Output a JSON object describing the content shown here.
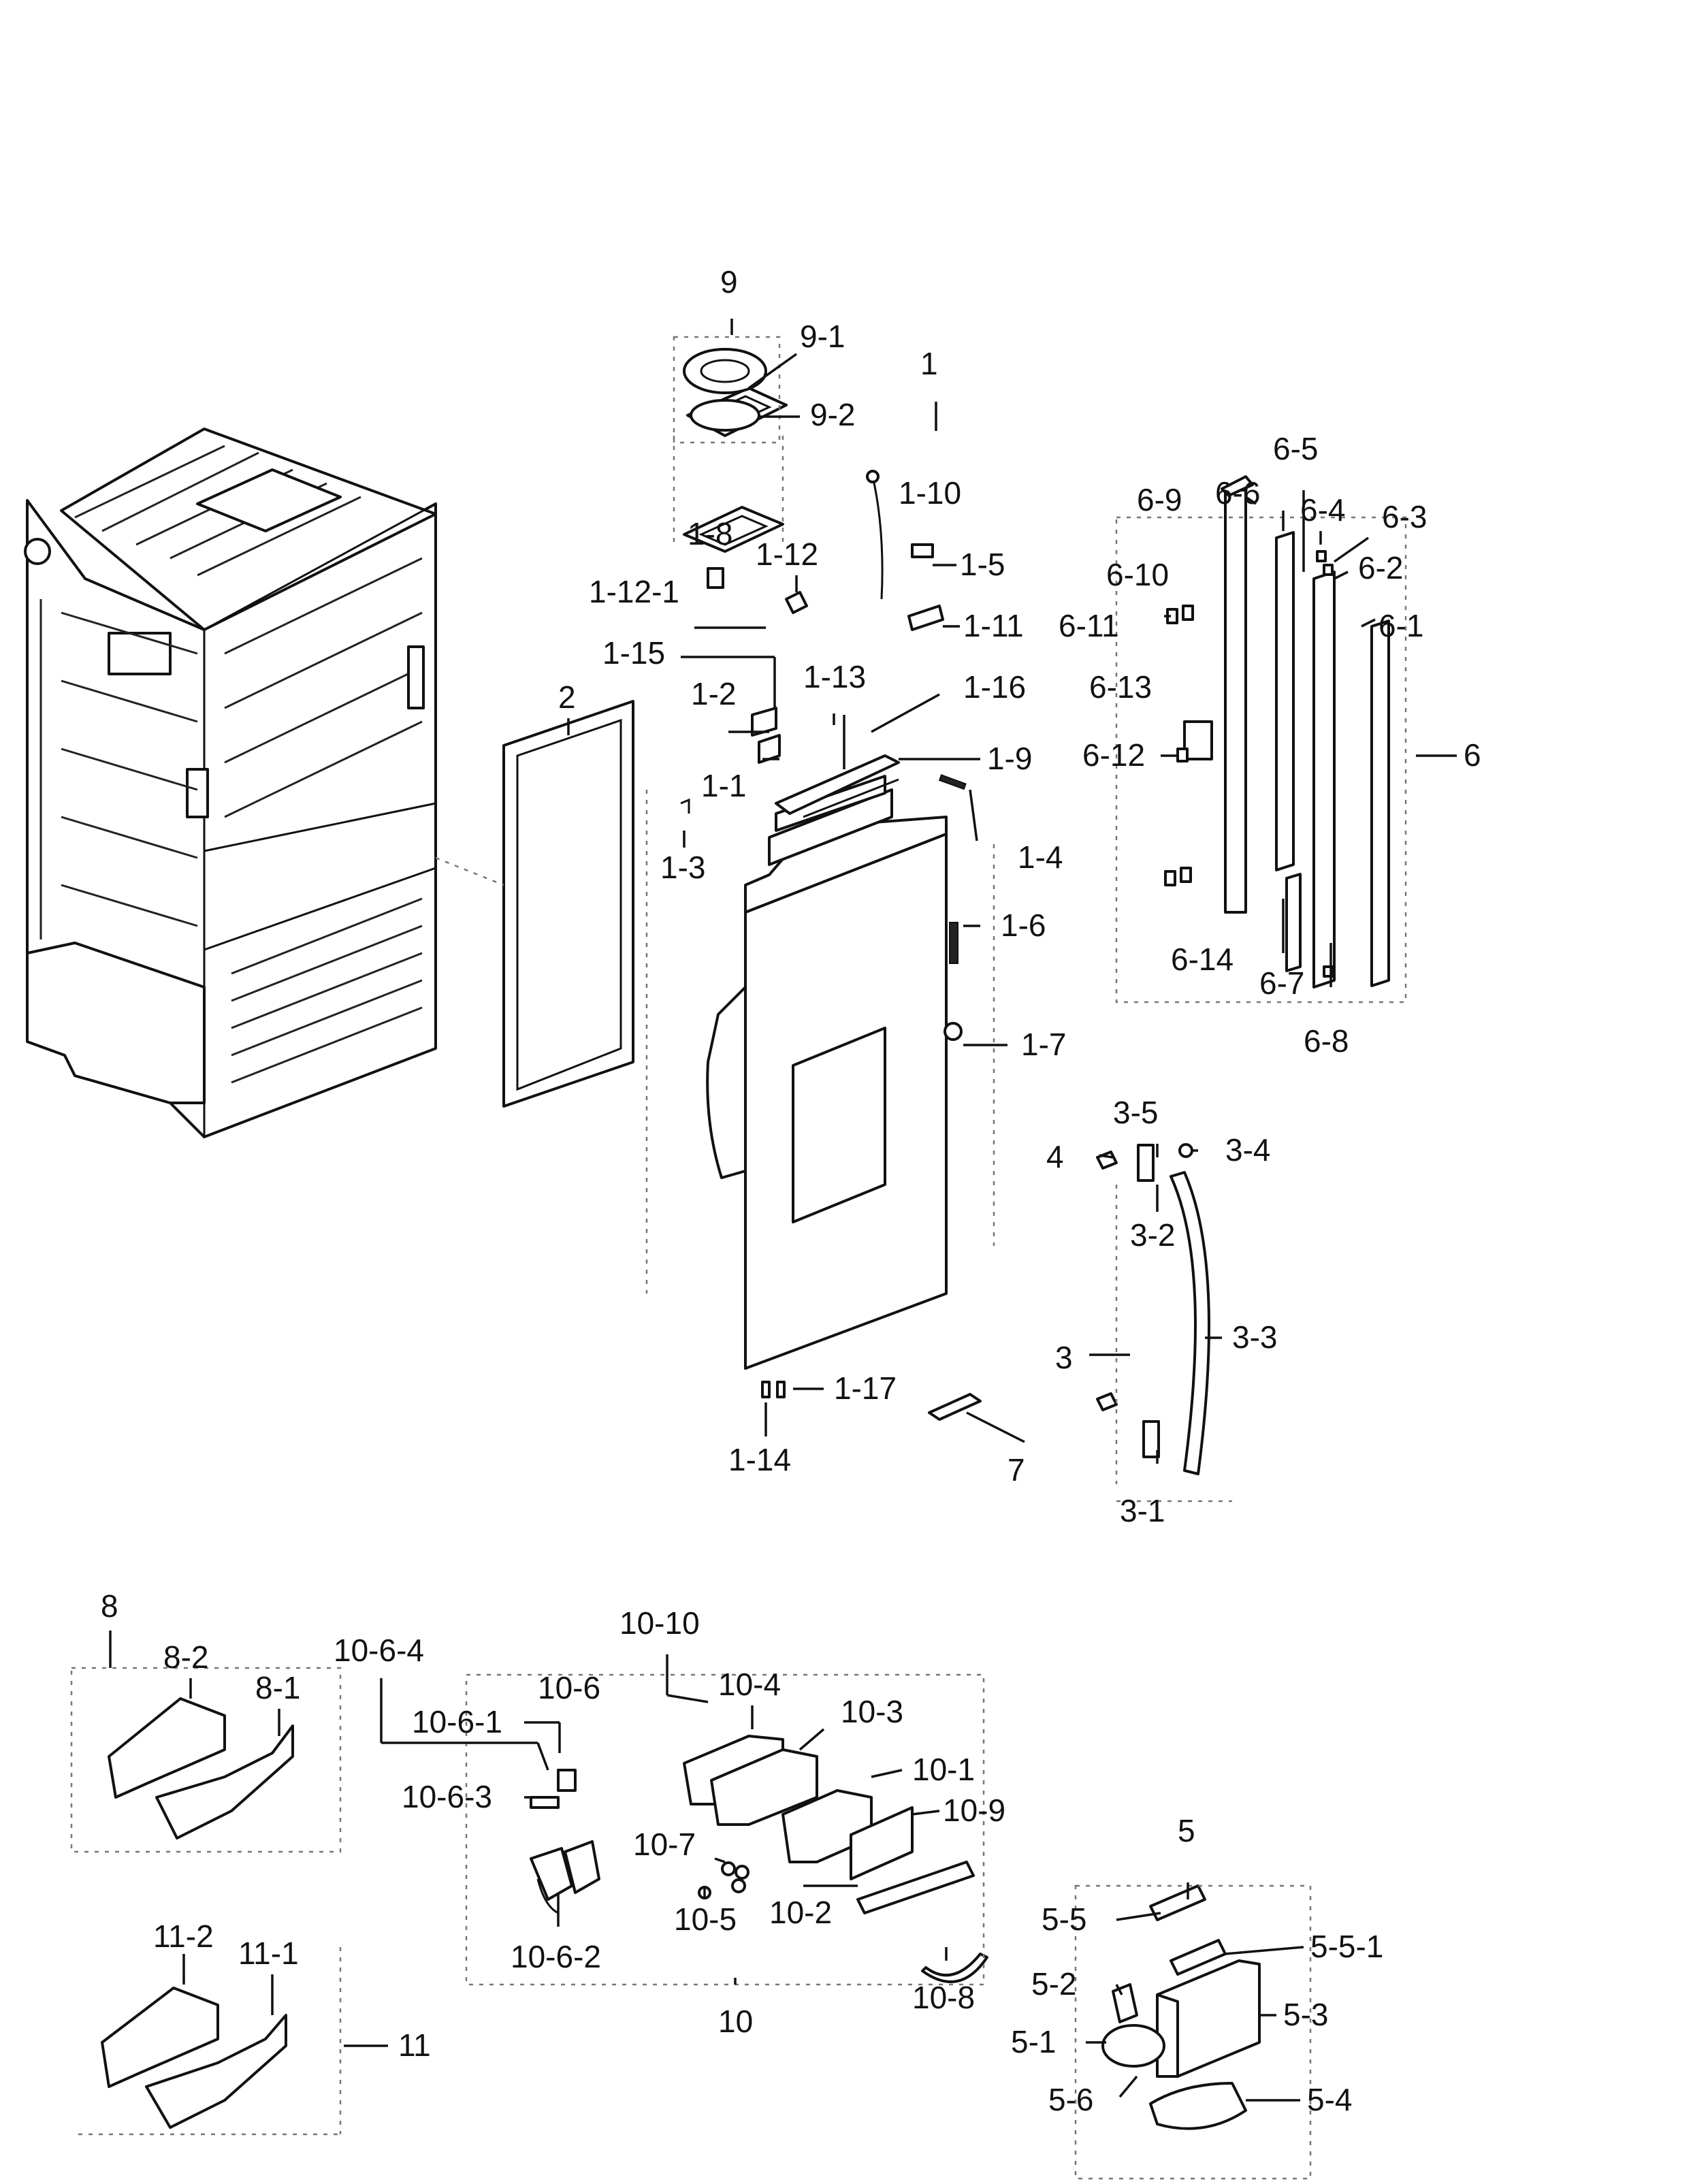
{
  "labels": {
    "l_9": "9",
    "l_9_1": "9-1",
    "l_9_2": "9-2",
    "l_1": "1",
    "l_1_10": "1-10",
    "l_1_5": "1-5",
    "l_1_11": "1-11",
    "l_1_8": "1-8",
    "l_1_12": "1-12",
    "l_1_12_1": "1-12-1",
    "l_1_15": "1-15",
    "l_1_2": "1-2",
    "l_1_13": "1-13",
    "l_1_16": "1-16",
    "l_1_9": "1-9",
    "l_1_1": "1-1",
    "l_1_3": "1-3",
    "l_1_4": "1-4",
    "l_1_6": "1-6",
    "l_1_7": "1-7",
    "l_1_17": "1-17",
    "l_1_14": "1-14",
    "l_2": "2",
    "l_6_9": "6-9",
    "l_6_6": "6-6",
    "l_6_5": "6-5",
    "l_6_4": "6-4",
    "l_6_3": "6-3",
    "l_6_2": "6-2",
    "l_6_10": "6-10",
    "l_6_11": "6-11",
    "l_6_1": "6-1",
    "l_6_13": "6-13",
    "l_6_12": "6-12",
    "l_6": "6",
    "l_6_14": "6-14",
    "l_6_7": "6-7",
    "l_6_8": "6-8",
    "l_3_5": "3-5",
    "l_4": "4",
    "l_3_4": "3-4",
    "l_3_2": "3-2",
    "l_3": "3",
    "l_3_3": "3-3",
    "l_3_1": "3-1",
    "l_7": "7",
    "l_8": "8",
    "l_8_2": "8-2",
    "l_8_1": "8-1",
    "l_11_2": "11-2",
    "l_11_1": "11-1",
    "l_11": "11",
    "l_10_6_4": "10-6-4",
    "l_10_6": "10-6",
    "l_10_6_1": "10-6-1",
    "l_10_6_3": "10-6-3",
    "l_10_6_2": "10-6-2",
    "l_10_10": "10-10",
    "l_10_4": "10-4",
    "l_10_3": "10-3",
    "l_10_1": "10-1",
    "l_10_9": "10-9",
    "l_10_7": "10-7",
    "l_10_5": "10-5",
    "l_10_2": "10-2",
    "l_10": "10",
    "l_10_8": "10-8",
    "l_5": "5",
    "l_5_5": "5-5",
    "l_5_5_1": "5-5-1",
    "l_5_2": "5-2",
    "l_5_3": "5-3",
    "l_5_1": "5-1",
    "l_5_6": "5-6",
    "l_5_4": "5-4"
  }
}
